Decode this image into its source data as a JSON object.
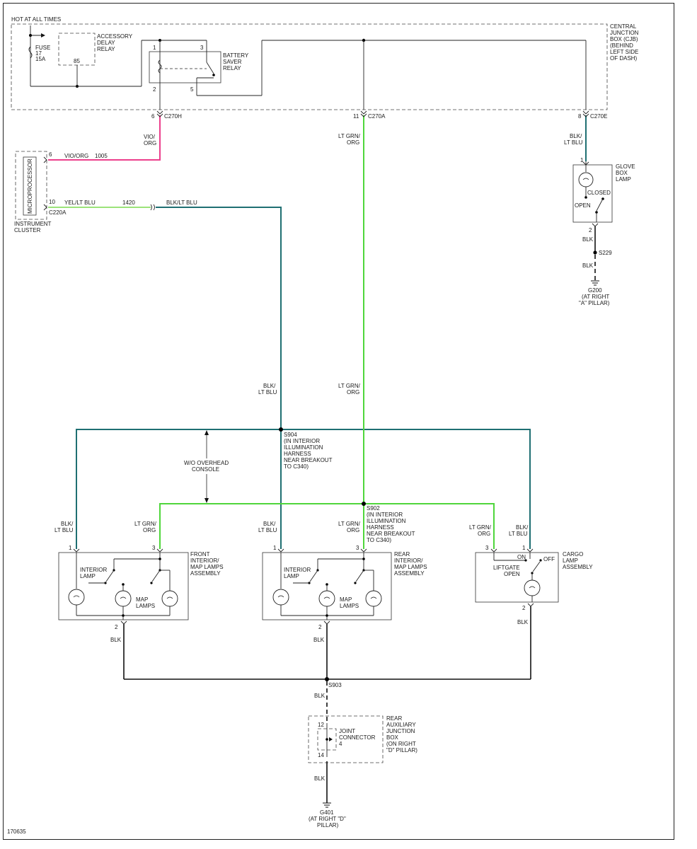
{
  "colors": {
    "vio_org": "#ec3f8c",
    "yel_lt_blu": "#9be37a",
    "blk_lt_blu": "#1f6f72",
    "lt_grn_org": "#4fd63b",
    "blk": "#111111"
  },
  "cjb": {
    "hot_label": "HOT AT ALL TIMES",
    "fuse_lines": [
      "FUSE",
      "17",
      "15A"
    ],
    "accessory_relay_lines": [
      "ACCESSORY",
      "DELAY",
      "RELAY"
    ],
    "accessory_relay_pin": "85",
    "battery_saver_lines": [
      "BATTERY",
      "SAVER",
      "RELAY"
    ],
    "relay_pins": [
      "1",
      "3",
      "2",
      "5"
    ],
    "name_lines": [
      "CENTRAL",
      "JUNCTION",
      "BOX (CJB)",
      "(BEHIND",
      "LEFT SIDE",
      "OF DASH)"
    ],
    "pin_c270h": "6",
    "conn_c270h": "C270H",
    "pin_c270a": "11",
    "conn_c270a": "C270A",
    "pin_c270e": "8",
    "conn_c270e": "C270E"
  },
  "cluster": {
    "name_lines": [
      "INSTRUMENT",
      "CLUSTER"
    ],
    "micro_label": "MICROPROCESSOR",
    "pin_top": "6",
    "pin_bottom": "10",
    "conn": "C220A",
    "wire1_color": "VIO/ORG",
    "wire1_circuit": "1005",
    "wire2_color": "YEL/LT BLU",
    "wire2_circuit": "1420",
    "wire2_after": "BLK/LT BLU"
  },
  "wires": {
    "vio_org_lines": [
      "VIO/",
      "ORG"
    ],
    "ltgrn_top_lines": [
      "LT GRN/",
      "ORG"
    ],
    "ltgrn_mid_lines": [
      "LT GRN/",
      "ORG"
    ],
    "blkltblu_glove_lines": [
      "BLK/",
      "LT BLU"
    ],
    "blkltblu_mid_lines": [
      "BLK/",
      "LT BLU"
    ]
  },
  "glovebox": {
    "name_lines": [
      "GLOVE",
      "BOX",
      "LAMP"
    ],
    "pin_top": "1",
    "pin_bottom": "2",
    "closed": "CLOSED",
    "open": "OPEN",
    "blk1": "BLK",
    "splice": "S229",
    "blk2": "BLK",
    "ground_lines": [
      "G200",
      "(AT RIGHT",
      "\"A\" PILLAR)"
    ]
  },
  "splices": {
    "s904_lines": [
      "S904",
      "(IN INTERIOR",
      "ILLUMINATION",
      "HARNESS",
      "NEAR BREAKOUT",
      "TO C340)"
    ],
    "s902_lines": [
      "S902",
      "(IN INTERIOR",
      "ILLUMINATION",
      "HARNESS",
      "NEAR BREAKOUT",
      "TO C340)"
    ],
    "overhead_lines": [
      "W/O OVERHEAD",
      "CONSOLE"
    ],
    "s903": "S903"
  },
  "front_assy": {
    "name_lines": [
      "FRONT",
      "INTERIOR/",
      "MAP LAMPS",
      "ASSEMBLY"
    ],
    "wire_left_lines": [
      "BLK/",
      "LT BLU"
    ],
    "wire_right_lines": [
      "LT GRN/",
      "ORG"
    ],
    "pin_left": "1",
    "pin_right": "3",
    "pin_bottom": "2",
    "interior_lines": [
      "INTERIOR",
      "LAMP"
    ],
    "map_lines": [
      "MAP",
      "LAMPS"
    ],
    "blk": "BLK"
  },
  "rear_assy": {
    "name_lines": [
      "REAR",
      "INTERIOR/",
      "MAP LAMPS",
      "ASSEMBLY"
    ],
    "wire_left_lines": [
      "BLK/",
      "LT BLU"
    ],
    "wire_right_lines": [
      "LT GRN/",
      "ORG"
    ],
    "pin_left": "1",
    "pin_right": "3",
    "pin_bottom": "2",
    "interior_lines": [
      "INTERIOR",
      "LAMP"
    ],
    "map_lines": [
      "MAP",
      "LAMPS"
    ],
    "blk": "BLK"
  },
  "cargo": {
    "name_lines": [
      "CARGO",
      "LAMP",
      "ASSEMBLY"
    ],
    "wire_ltgrn_lines": [
      "LT GRN/",
      "ORG"
    ],
    "wire_blk_lines": [
      "BLK/",
      "LT BLU"
    ],
    "pin_ltgrn": "3",
    "pin_blk": "1",
    "pin_bottom": "2",
    "on": "ON",
    "off": "OFF",
    "liftgate_lines": [
      "LIFTGATE",
      "OPEN"
    ],
    "blk": "BLK"
  },
  "rajb": {
    "blk_top": "BLK",
    "pin_top": "12",
    "pin_bottom": "14",
    "joint_lines": [
      "JOINT",
      "CONNECTOR",
      "4"
    ],
    "name_lines": [
      "REAR",
      "AUXILIARY",
      "JUNCTION",
      "BOX",
      "(ON RIGHT",
      "\"D\" PILLAR)"
    ],
    "blk_bottom": "BLK",
    "ground_lines": [
      "G401",
      "(AT RIGHT \"D\"",
      "PILLAR)"
    ]
  },
  "figure_id": "170635"
}
